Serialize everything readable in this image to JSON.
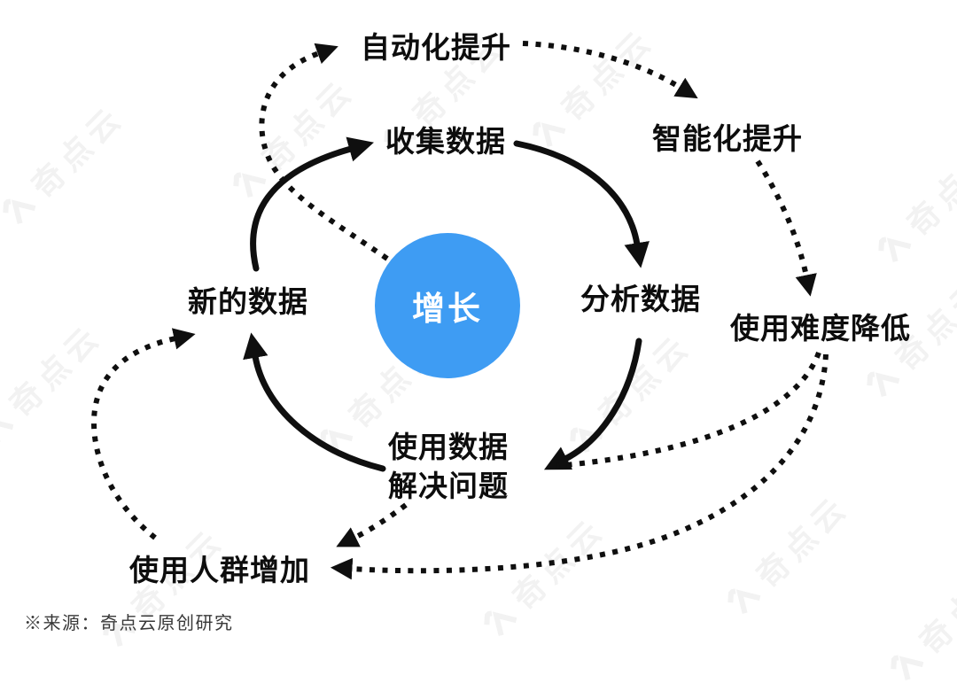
{
  "diagram": {
    "center_node": {
      "label": "增长",
      "bg_color": "#3e9cf3",
      "text_color": "#ffffff"
    },
    "nodes": {
      "automation": {
        "label": "自动化提升"
      },
      "collect": {
        "label": "收集数据"
      },
      "intelligence": {
        "label": "智能化提升"
      },
      "new_data": {
        "label": "新的数据"
      },
      "analyze": {
        "label": "分析数据"
      },
      "difficulty": {
        "label": "使用难度降低"
      },
      "solve": {
        "line1": "使用数据",
        "line2": "解决问题"
      },
      "users": {
        "label": "使用人群增加"
      }
    },
    "flows": {
      "inner_solid": [
        {
          "from": "新的数据",
          "to": "收集数据"
        },
        {
          "from": "收集数据",
          "to": "分析数据"
        },
        {
          "from": "分析数据",
          "to": "使用数据解决问题"
        },
        {
          "from": "使用数据解决问题",
          "to": "新的数据"
        }
      ],
      "outer_dotted": [
        {
          "from": "增长",
          "to": "自动化提升"
        },
        {
          "from": "自动化提升",
          "to": "智能化提升"
        },
        {
          "from": "智能化提升",
          "to": "使用难度降低"
        },
        {
          "from": "使用难度降低",
          "to": "使用数据解决问题"
        },
        {
          "from": "使用难度降低",
          "to": "使用人群增加"
        },
        {
          "from": "使用数据解决问题",
          "to": "使用人群增加"
        },
        {
          "from": "使用人群增加",
          "to": "新的数据"
        }
      ]
    },
    "watermark": {
      "text": "奇点云",
      "logo": "qidianyun-logo"
    },
    "source_note": "※来源：奇点云原创研究",
    "colors": {
      "arrow": "#0f0f0f",
      "text": "#0d0d0d",
      "center_blue": "#3e9cf3",
      "watermark_gray": "#f2f2f2"
    }
  }
}
